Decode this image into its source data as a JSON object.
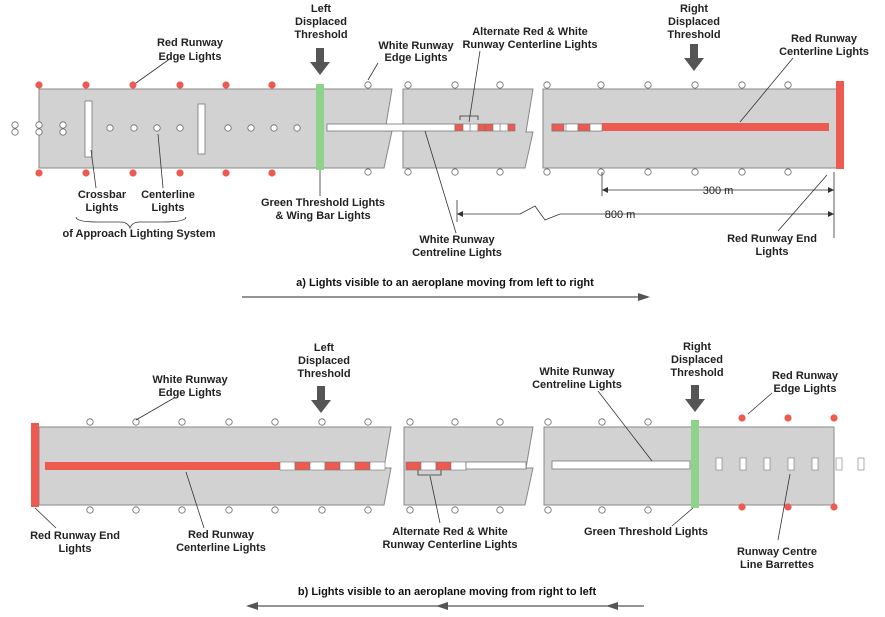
{
  "colors": {
    "runway": "#d2d2d2",
    "runway_edge": "#888888",
    "red_light": "#ec5a50",
    "white_light": "#ffffff",
    "green_light": "#8fd28a",
    "arrow": "#555555"
  },
  "panel_a": {
    "labels": {
      "red_edge": [
        "Red Runway",
        "Edge Lights"
      ],
      "left_threshold": [
        "Left",
        "Displaced",
        "Threshold"
      ],
      "white_edge": [
        "White Runway",
        "Edge Lights"
      ],
      "alt_centerline": [
        "Alternate Red & White",
        "Runway Centerline Lights"
      ],
      "right_threshold": [
        "Right",
        "Displaced",
        "Threshold"
      ],
      "red_centerline": [
        "Red Runway",
        "Centerline Lights"
      ],
      "crossbar": [
        "Crossbar",
        "Lights"
      ],
      "centerline": [
        "Centerline",
        "Lights"
      ],
      "approach_system": "of Approach Lighting System",
      "green_threshold": [
        "Green Threshold Lights",
        "& Wing Bar Lights"
      ],
      "white_centreline": [
        "White Runway",
        "Centreline Lights"
      ],
      "red_end": [
        "Red Runway End",
        "Lights"
      ],
      "dist_300": "300 m",
      "dist_800": "800 m"
    },
    "caption": "a) Lights visible to an aeroplane moving from left to right"
  },
  "panel_b": {
    "labels": {
      "white_edge": [
        "White Runway",
        "Edge Lights"
      ],
      "left_threshold": [
        "Left",
        "Displaced",
        "Threshold"
      ],
      "white_centreline": [
        "White Runway",
        "Centreline Lights"
      ],
      "right_threshold": [
        "Right",
        "Displaced",
        "Threshold"
      ],
      "red_edge": [
        "Red Runway",
        "Edge Lights"
      ],
      "red_end": [
        "Red Runway End",
        "Lights"
      ],
      "red_centerline": [
        "Red Runway",
        "Centerline Lights"
      ],
      "alt_centerline": [
        "Alternate Red & White",
        "Runway Centerline Lights"
      ],
      "green_threshold": "Green Threshold Lights",
      "barrettes": [
        "Runway Centre",
        "Line Barrettes"
      ]
    },
    "caption": "b)  Lights visible to an aeroplane moving from right to left"
  }
}
